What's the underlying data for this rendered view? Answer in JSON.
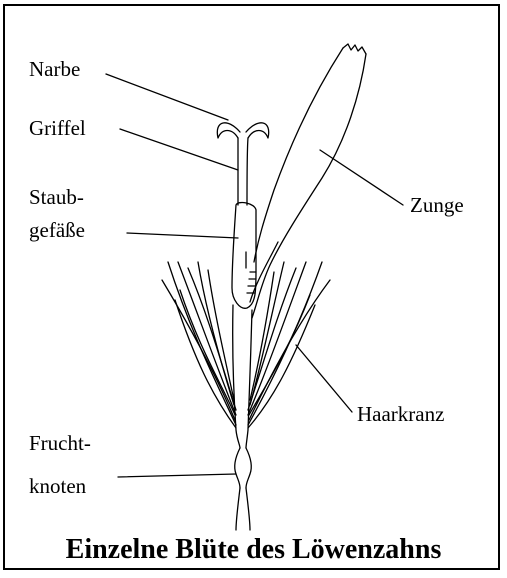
{
  "diagram": {
    "caption": "Einzelne Blüte des Löwenzahns",
    "labels": {
      "narbe": "Narbe",
      "griffel": "Griffel",
      "staub_1": "Staub-",
      "staub_2": "gefäße",
      "zunge": "Zunge",
      "haarkranz": "Haarkranz",
      "frucht_1": "Frucht-",
      "frucht_2": "knoten"
    }
  }
}
